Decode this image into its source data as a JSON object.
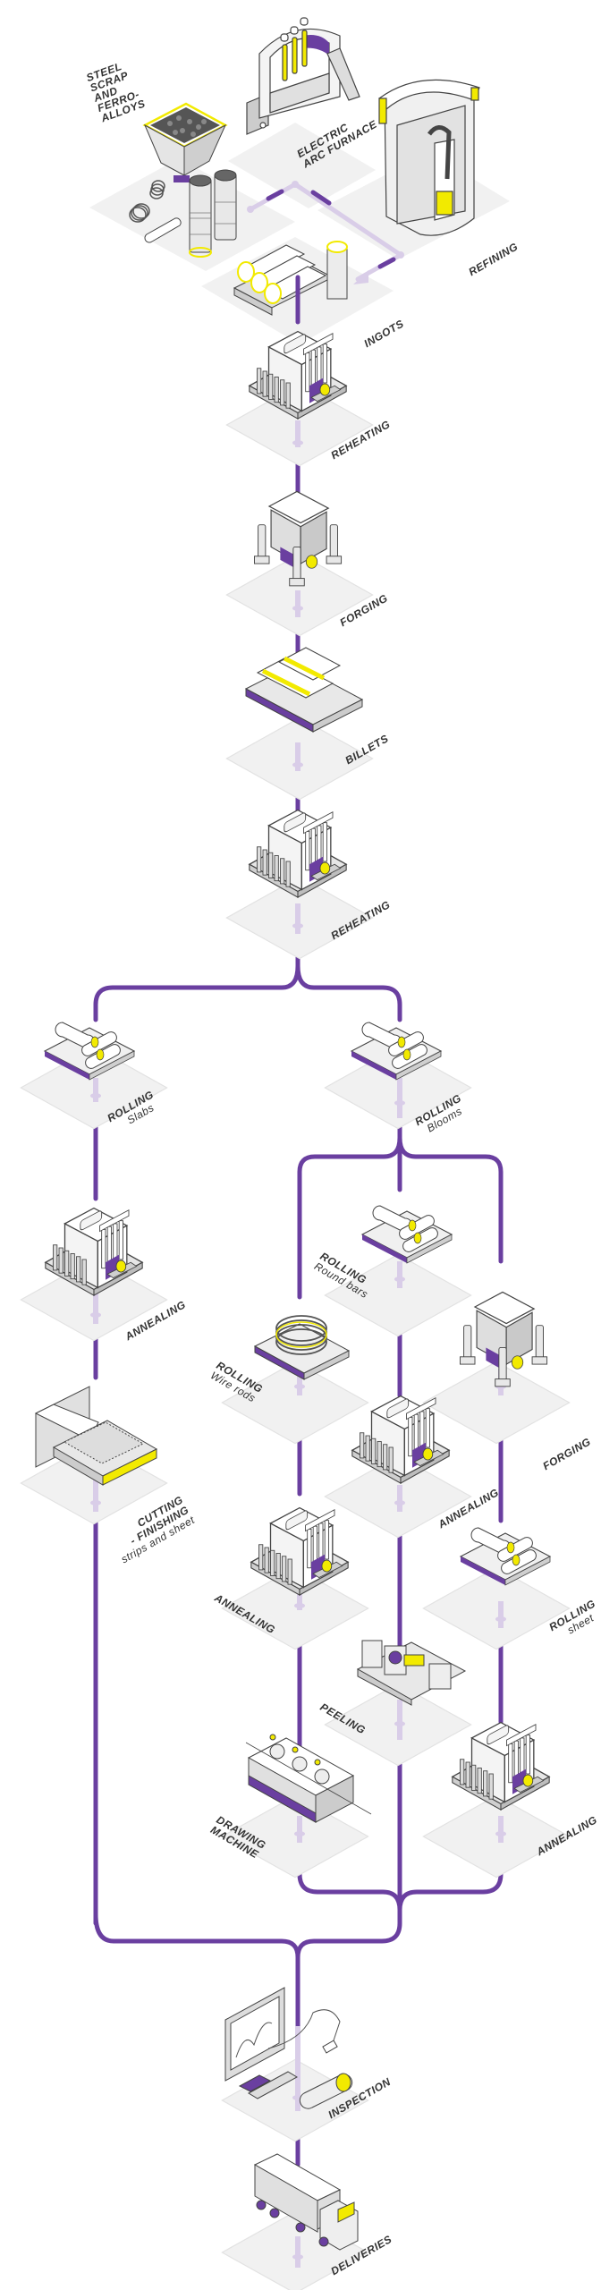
{
  "title": "Steel production process flow",
  "colors": {
    "line": "#6a3fa0",
    "line_light": "#d9cde8",
    "accent_yellow": "#f2ea00",
    "platform": "#f1f1f1",
    "machine_fill": "#ffffff",
    "machine_shade": "#d8d8d8",
    "outline": "#444444"
  },
  "stages": {
    "scrap": {
      "label": "STEEL SCRAP AND FERRO-ALLOYS",
      "lines": [
        "STEEL",
        "SCRAP",
        "AND",
        "FERRO-",
        "ALLOYS"
      ]
    },
    "furnace": {
      "label": "ELECTRIC ARC FURNACE",
      "lines": [
        "ELECTRIC",
        "ARC FURNACE"
      ]
    },
    "refining": {
      "label": "REFINING"
    },
    "ingots": {
      "label": "INGOTS"
    },
    "reheating1": {
      "label": "REHEATING"
    },
    "forging1": {
      "label": "FORGING"
    },
    "billets": {
      "label": "BILLETS"
    },
    "reheating2": {
      "label": "REHEATING"
    },
    "rolling_slabs": {
      "label": "ROLLING",
      "sub": "Slabs"
    },
    "rolling_blooms": {
      "label": "ROLLING",
      "sub": "Blooms"
    },
    "annealing_slabs": {
      "label": "ANNEALING"
    },
    "cutting": {
      "label": "CUTTING",
      "line2": "- FINISHING",
      "sub": "strips and sheet"
    },
    "rolling_round": {
      "label": "ROLLING",
      "sub": "Round bars"
    },
    "rolling_wire": {
      "label": "ROLLING",
      "sub": "Wire rods"
    },
    "forging2": {
      "label": "FORGING"
    },
    "annealing_round": {
      "label": "ANNEALING"
    },
    "annealing_wire": {
      "label": "ANNEALING"
    },
    "rolling_sheet": {
      "label": "ROLLING",
      "sub": "sheet"
    },
    "peeling": {
      "label": "PEELING"
    },
    "drawing": {
      "label": "DRAWING MACHINE",
      "lines": [
        "DRAWING",
        "MACHINE"
      ]
    },
    "annealing_sheet": {
      "label": "ANNEALING"
    },
    "inspection": {
      "label": "INSPECTION"
    },
    "deliveries": {
      "label": "DELIVERIES"
    }
  }
}
